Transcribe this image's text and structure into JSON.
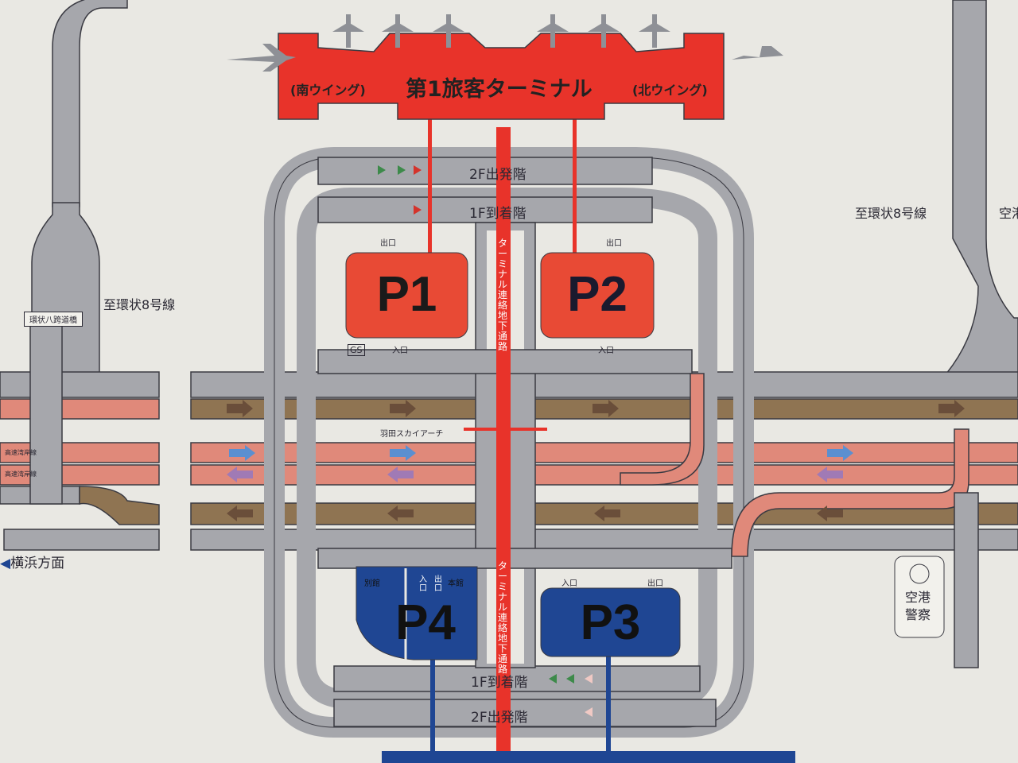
{
  "terminal": {
    "title": "第1旅客ターミナル",
    "south_wing": "(南ウイング)",
    "north_wing": "(北ウイング)"
  },
  "floors": {
    "departure": "2F出発階",
    "arrival": "1F到着階"
  },
  "parking": {
    "p1": {
      "label": "P1",
      "exit": "出口",
      "entrance": "入口",
      "gs": "GS",
      "color": "#e84a35"
    },
    "p2": {
      "label": "P2",
      "exit": "出口",
      "entrance": "入口",
      "color": "#e84a35"
    },
    "p3": {
      "label": "P3",
      "entrance": "入口",
      "exit": "出口",
      "color": "#1f4693"
    },
    "p4": {
      "label": "P4",
      "annex": "別館",
      "main": "本館",
      "entrance": "入口",
      "exit": "出口",
      "color": "#1f4693"
    }
  },
  "tunnel": {
    "label": "ターミナル連絡地下通路"
  },
  "roads": {
    "ring8_left": "至環状8号線",
    "ring8_right": "至環状8号線",
    "right_cut": "空港",
    "bridge": "環状八跨道橋",
    "bayshore_1": "高速湾岸線",
    "bayshore_2": "高速湾岸線",
    "yokohama": "横浜方面",
    "sky_arch": "羽田スカイアーチ"
  },
  "police": {
    "line1": "空港",
    "line2": "警察"
  }
}
